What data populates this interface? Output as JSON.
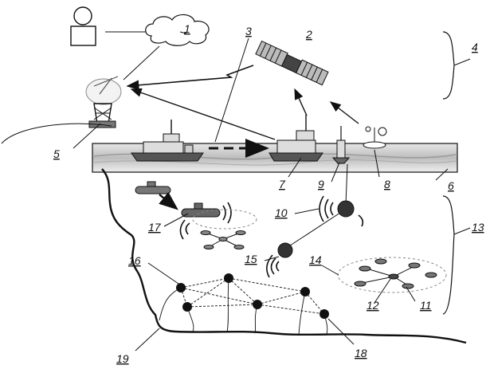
{
  "labels": {
    "l1": "1",
    "l2": "2",
    "l3": "3",
    "l4": "4",
    "l5": "5",
    "l6": "6",
    "l7": "7",
    "l8": "8",
    "l9": "9",
    "l10": "10",
    "l11": "11",
    "l12": "12",
    "l13": "13",
    "l14": "14",
    "l15": "15",
    "l16": "16",
    "l17": "17",
    "l18": "18",
    "l19": "19"
  },
  "colors": {
    "line": "#111111",
    "node": "#111111",
    "water_band": "#cfcfcf"
  }
}
